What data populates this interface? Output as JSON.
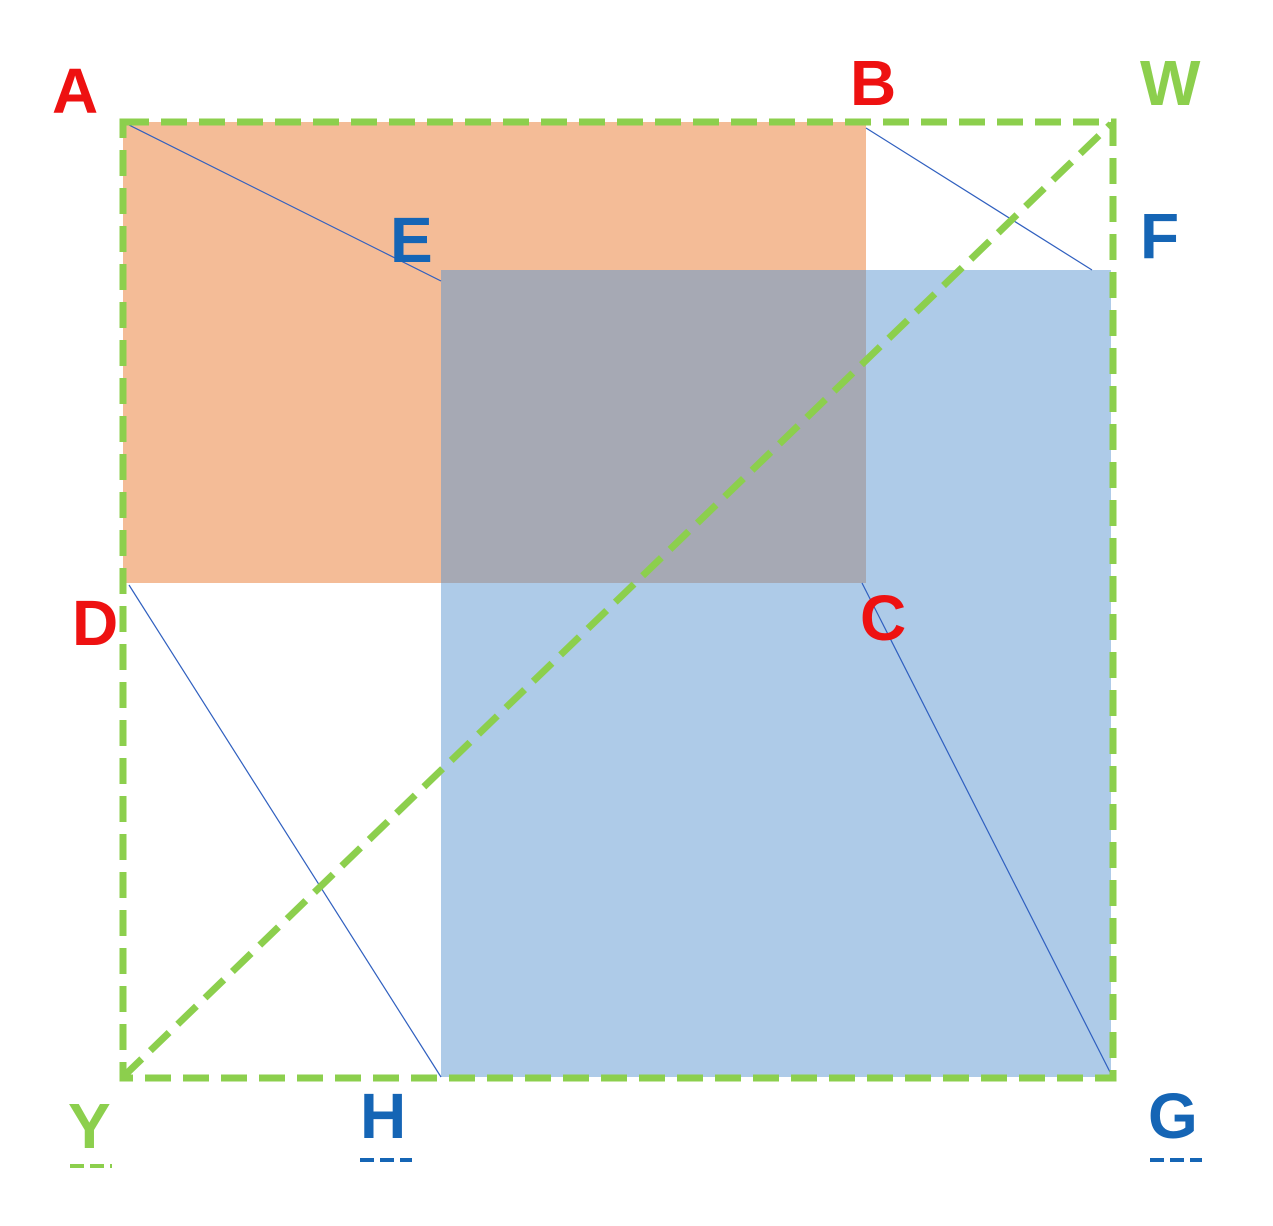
{
  "diagram": {
    "square_abcd": {
      "vertices": [
        "A",
        "B",
        "C",
        "D"
      ],
      "fill": "#f4bc97"
    },
    "square_efgh": {
      "vertices": [
        "E",
        "F",
        "G",
        "H"
      ],
      "fill": "#aecbe8"
    },
    "overlap_fill": "#a6a9b4",
    "square_wy": {
      "vertices": [
        "W",
        "Y"
      ],
      "stroke": "#8ccf4d",
      "style": "dashed"
    },
    "connector_color": "#2f5fbf"
  },
  "labels": {
    "A": "A",
    "B": "B",
    "C": "C",
    "D": "D",
    "E": "E",
    "F": "F",
    "G": "G",
    "H": "H",
    "W": "W",
    "Y": "Y"
  }
}
